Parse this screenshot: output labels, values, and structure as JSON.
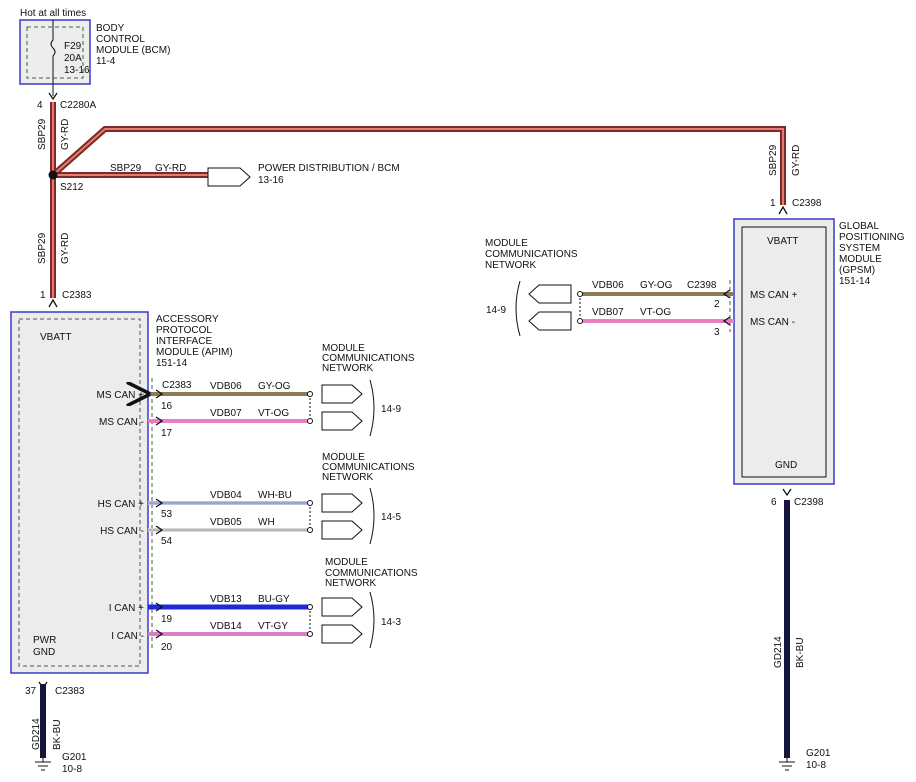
{
  "fuse": {
    "header": "Hot at all times",
    "name": "F29",
    "rating": "20A",
    "ref": "13-16",
    "module_lines": [
      "BODY",
      "CONTROL",
      "MODULE (BCM)",
      "11-4"
    ]
  },
  "bcm_out": {
    "pin": "4",
    "connector": "C2280A"
  },
  "wire_sbp29": {
    "circuit": "SBP29",
    "color": "GY-RD"
  },
  "splice": {
    "name": "S212"
  },
  "power_dist": {
    "circuit": "SBP29",
    "color": "GY-RD",
    "label": "POWER DISTRIBUTION / BCM",
    "ref": "13-16"
  },
  "apim": {
    "title_lines": [
      "ACCESSORY",
      "PROTOCOL",
      "INTERFACE",
      "MODULE (APIM)",
      "151-14"
    ],
    "vbatt": "VBATT",
    "vbatt_pin": "1",
    "vbatt_connector": "C2383",
    "gnd_label_1": "PWR",
    "gnd_label_2": "GND",
    "gnd_pin": "37",
    "gnd_connector": "C2383",
    "pins": [
      {
        "signal": "MS CAN +",
        "pin": "16",
        "circuit": "VDB06",
        "color": "GY-OG",
        "connector": "C2383"
      },
      {
        "signal": "MS CAN -",
        "pin": "17",
        "circuit": "VDB07",
        "color": "VT-OG"
      },
      {
        "signal": "HS CAN +",
        "pin": "53",
        "circuit": "VDB04",
        "color": "WH-BU"
      },
      {
        "signal": "HS CAN -",
        "pin": "54",
        "circuit": "VDB05",
        "color": "WH"
      },
      {
        "signal": "I CAN +",
        "pin": "19",
        "circuit": "VDB13",
        "color": "BU-GY"
      },
      {
        "signal": "I CAN -",
        "pin": "20",
        "circuit": "VDB14",
        "color": "VT-GY"
      }
    ]
  },
  "networks": [
    {
      "lines": [
        "MODULE",
        "COMMUNICATIONS",
        "NETWORK"
      ],
      "ref": "14-9"
    },
    {
      "lines": [
        "MODULE",
        "COMMUNICATIONS",
        "NETWORK"
      ],
      "ref": "14-5"
    },
    {
      "lines": [
        "MODULE",
        "COMMUNICATIONS",
        "NETWORK"
      ],
      "ref": "14-3"
    },
    {
      "lines": [
        "MODULE",
        "COMMUNICATIONS",
        "NETWORK"
      ],
      "ref": "14-9"
    }
  ],
  "gpsm": {
    "title_lines": [
      "GLOBAL",
      "POSITIONING",
      "SYSTEM",
      "MODULE",
      "(GPSM)",
      "151-14"
    ],
    "vbatt": "VBATT",
    "vbatt_pin": "1",
    "vbatt_connector": "C2398",
    "gnd": "GND",
    "gnd_pin": "6",
    "gnd_connector": "C2398",
    "pins": [
      {
        "signal": "MS CAN +",
        "pin": "2",
        "circuit": "VDB06",
        "color": "GY-OG",
        "connector": "C2398"
      },
      {
        "signal": "MS CAN -",
        "pin": "3",
        "circuit": "VDB07",
        "color": "VT-OG"
      }
    ]
  },
  "ground_apim": {
    "circuit": "GD214",
    "color": "BK-BU",
    "name": "G201",
    "ref": "10-8"
  },
  "ground_gpsm": {
    "circuit": "GD214",
    "color": "BK-BU",
    "name": "G201",
    "ref": "10-8"
  },
  "wire_colors": {
    "gy_rd": "#7a2a28",
    "gy_rd_stripe": "#e87a6e",
    "gy_og": "#8a7a56",
    "vt_og": "#e87fc0",
    "wh_bu": "#b9bfe6",
    "wh": "#d8d8d8",
    "bu_gy": "#1e2ad8",
    "vt_gy": "#d680c8",
    "bk_bu": "#14143c",
    "module_border": "#3a3acc"
  }
}
